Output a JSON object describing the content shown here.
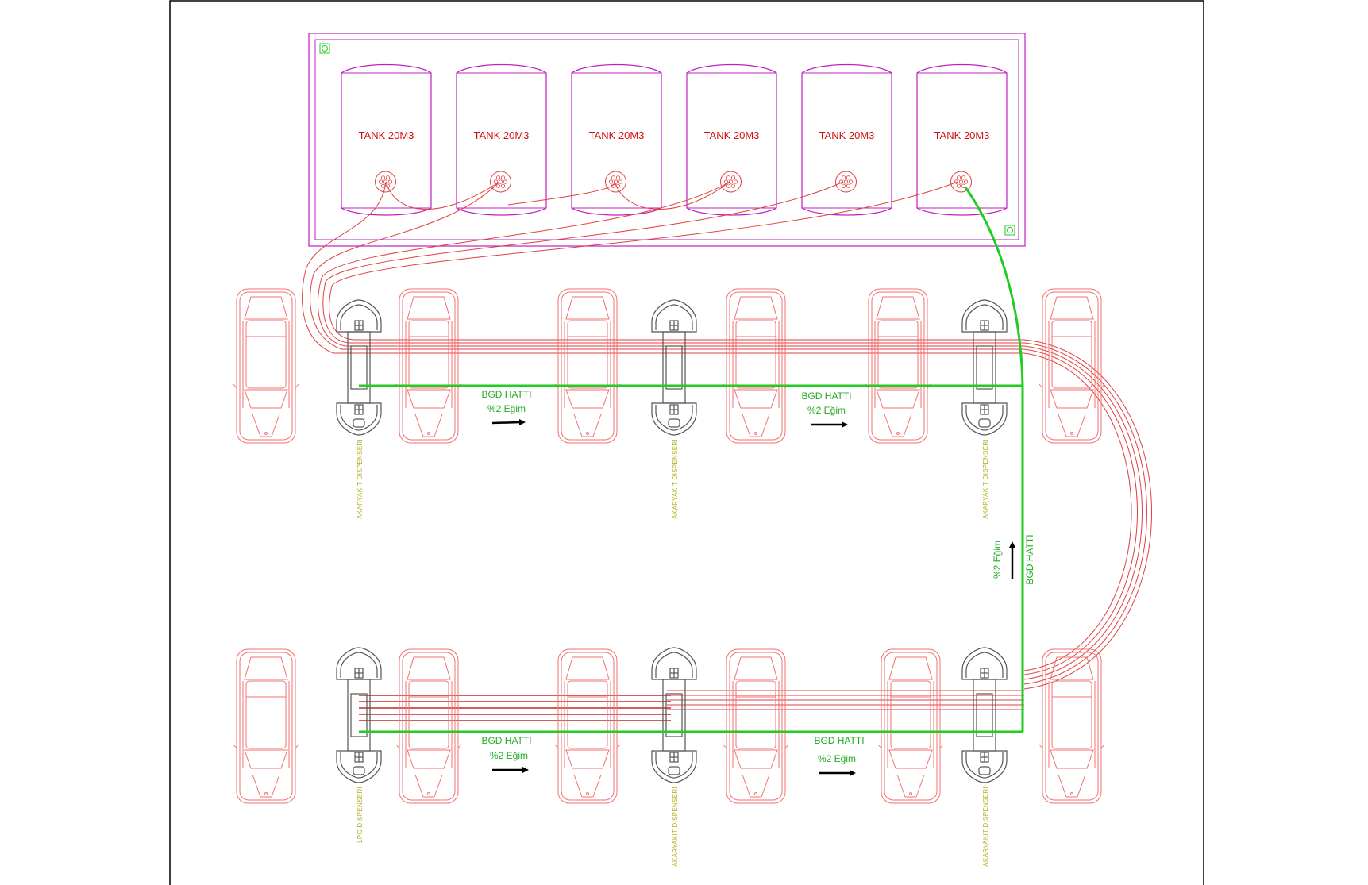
{
  "colors": {
    "tank": "#c020c0",
    "tank_text": "#d01010",
    "pipe_red": "#e04040",
    "pipe_dark": "#b00000",
    "car": "#f07070",
    "green": "#22cc22",
    "dispenser": "#555555",
    "dispenser_text": "#b0b020",
    "arrow": "#000000",
    "frame": "#000000"
  },
  "tanks": [
    {
      "label": "TANK 20M3"
    },
    {
      "label": "TANK 20M3"
    },
    {
      "label": "TANK 20M3"
    },
    {
      "label": "TANK 20M3"
    },
    {
      "label": "TANK 20M3"
    },
    {
      "label": "TANK 20M3"
    }
  ],
  "bgd_labels": [
    {
      "line": "BGD HATTI",
      "slope": "%2 Eğim"
    },
    {
      "line": "BGD HATTI",
      "slope": "%2 Eğim"
    },
    {
      "line": "BGD HATTI",
      "slope": "%2 Eğim"
    },
    {
      "line": "BGD HATTI",
      "slope": "%2 Eğim"
    }
  ],
  "vertical_bgd": {
    "line": "BGD HATTI",
    "slope": "%2 Eğim"
  },
  "dispensers_top": [
    {
      "label": "AKARYAKIT DISPENSERI"
    },
    {
      "label": "AKARYAKIT DISPENSERI"
    },
    {
      "label": "AKARYAKIT DISPENSERI"
    }
  ],
  "dispensers_bottom": [
    {
      "label": "LPG DISPENSERI"
    },
    {
      "label": "AKARYAKIT DISPENSERI"
    },
    {
      "label": "AKARYAKIT DISPENSERI"
    }
  ]
}
